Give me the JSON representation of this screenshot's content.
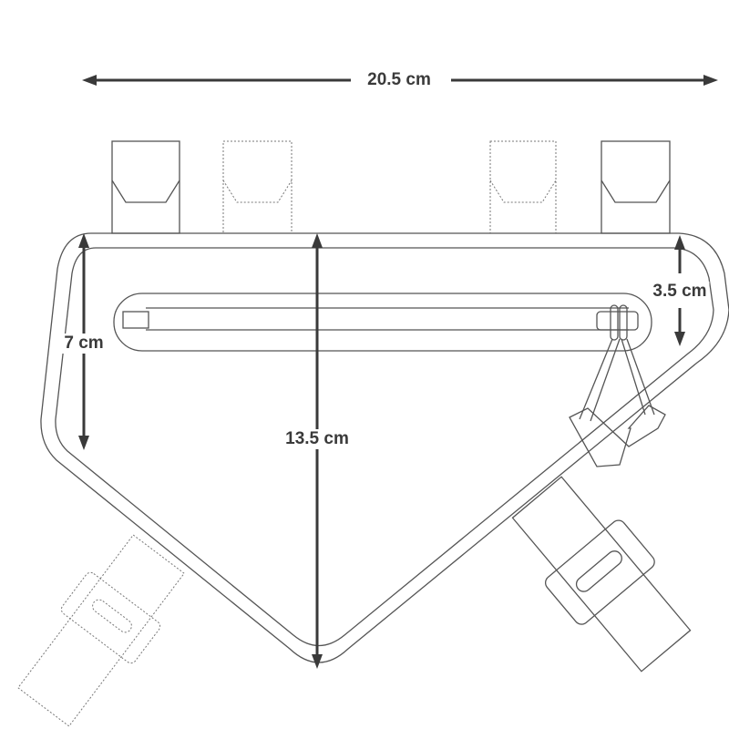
{
  "dimensions": {
    "width": "20.5 cm",
    "height": "13.5 cm",
    "side_height": "7 cm",
    "right_depth": "3.5 cm"
  },
  "colors": {
    "ink": "#3a3a3a",
    "outline": "#555555"
  }
}
